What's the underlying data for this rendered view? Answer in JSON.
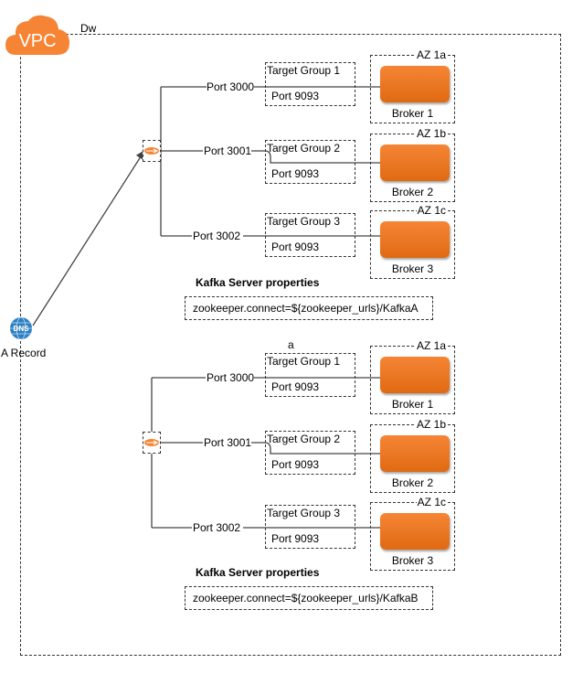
{
  "vpc": {
    "logo_text": "VPC",
    "name": "Dw"
  },
  "dns": {
    "icon_text": "DNS",
    "label": "A Record"
  },
  "clusters": [
    {
      "ports": [
        "Port 3000",
        "Port 3001",
        "Port 3002"
      ],
      "target_groups": [
        {
          "title": "Target Group 1",
          "port": "Port 9093"
        },
        {
          "title": "Target Group 2",
          "port": "Port 9093"
        },
        {
          "title": "Target Group 3",
          "port": "Port 9093"
        }
      ],
      "brokers": [
        {
          "az": "AZ 1a",
          "name": "Broker 1"
        },
        {
          "az": "AZ 1b",
          "name": "Broker 2"
        },
        {
          "az": "AZ 1c",
          "name": "Broker 3"
        }
      ],
      "props_title": "Kafka Server properties",
      "props_value": "zookeeper.connect=${zookeeper_urls}/KafkaA"
    },
    {
      "stray_label": "a",
      "ports": [
        "Port 3000",
        "Port 3001",
        "Port 3002"
      ],
      "target_groups": [
        {
          "title": "Target Group 1",
          "port": "Port 9093"
        },
        {
          "title": "Target Group 2",
          "port": "Port 9093"
        },
        {
          "title": "Target Group 3",
          "port": "Port 9093"
        }
      ],
      "brokers": [
        {
          "az": "AZ 1a",
          "name": "Broker 1"
        },
        {
          "az": "AZ 1b",
          "name": "Broker 2"
        },
        {
          "az": "AZ 1c",
          "name": "Broker 3"
        }
      ],
      "props_title": "Kafka Server properties",
      "props_value": "zookeeper.connect=${zookeeper_urls}/KafkaB"
    }
  ],
  "colors": {
    "aws_orange": "#f58535",
    "dns_blue": "#2f7fc1",
    "line": "#444444"
  }
}
